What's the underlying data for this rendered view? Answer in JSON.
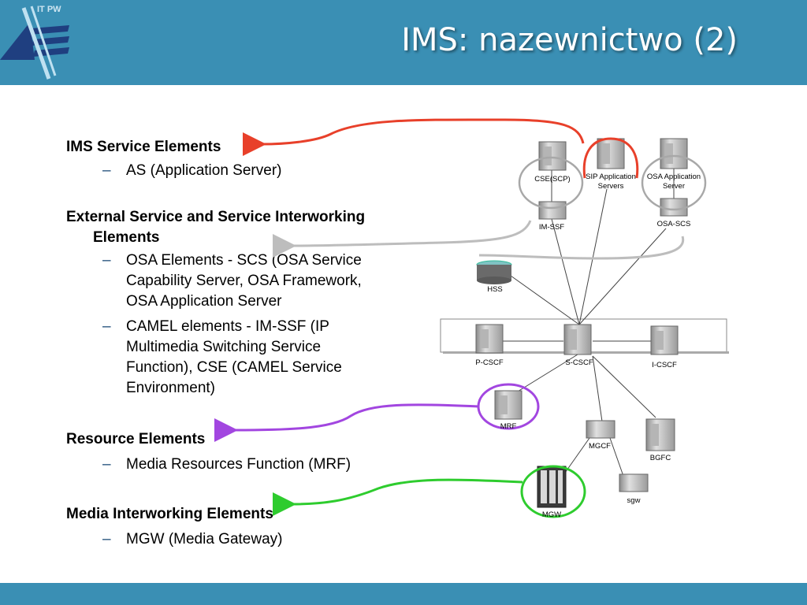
{
  "header": {
    "logo_text": "IT PW",
    "title": "IMS: nazewnictwo (2)"
  },
  "sections": [
    {
      "heading": "IMS Service Elements",
      "items": [
        "AS (Application Server)"
      ]
    },
    {
      "heading_line1": "External Service and Service Interworking",
      "heading_line2": "Elements",
      "items": [
        [
          "OSA Elements - SCS (OSA Service",
          "Capability Server, OSA Framework,",
          "OSA Application Server"
        ],
        [
          "CAMEL elements -  IM-SSF (IP",
          "Multimedia Switching Service",
          "Function), CSE (CAMEL Service",
          "Environment)"
        ]
      ]
    },
    {
      "heading": "Resource Elements",
      "items": [
        "Media Resources Function (MRF)"
      ]
    },
    {
      "heading": "Media Interworking Elements",
      "items": [
        "MGW (Media Gateway)"
      ]
    }
  ],
  "bullet": "–",
  "diagram": {
    "labels": {
      "cse": "CSE(SCP)",
      "sip1": "SIP Application",
      "sip2": "Servers",
      "osa1": "OSA Application",
      "osa2": "Server",
      "imssf": "IM-SSF",
      "osascs": "OSA-SCS",
      "hss": "HSS",
      "pcscf": "P-CSCF",
      "scscf": "S-CSCF",
      "icscf": "I-CSCF",
      "mrf": "MRF",
      "mgcf": "MGCF",
      "bgfc": "BGFC",
      "sgw": "sgw",
      "mgw": "MGW"
    },
    "colors": {
      "red": "#e8402a",
      "gray": "#bdbdbd",
      "purple": "#a246e0",
      "green": "#2ecc2e"
    }
  }
}
